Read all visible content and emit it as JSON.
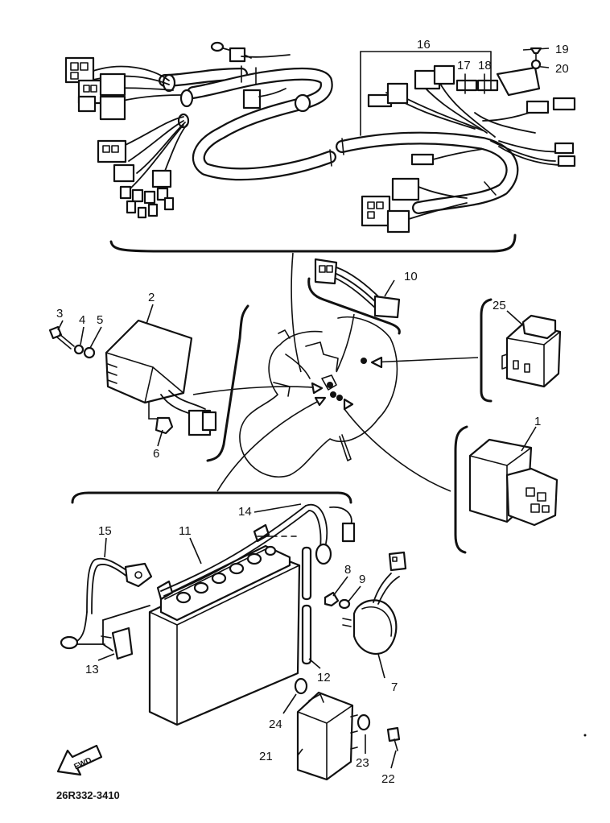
{
  "diagram": {
    "part_code": "26R332-3410",
    "forward_label": "FWD",
    "callouts": {
      "c1": "1",
      "c2": "2",
      "c3": "3",
      "c4": "4",
      "c5": "5",
      "c6": "6",
      "c7": "7",
      "c8": "8",
      "c9": "9",
      "c10": "10",
      "c11": "11",
      "c12": "12",
      "c13": "13",
      "c14": "14",
      "c15": "15",
      "c16": "16",
      "c17": "17",
      "c18": "18",
      "c19": "19",
      "c20": "20",
      "c21": "21",
      "c22": "22",
      "c23": "23",
      "c24": "24",
      "c25": "25"
    }
  }
}
